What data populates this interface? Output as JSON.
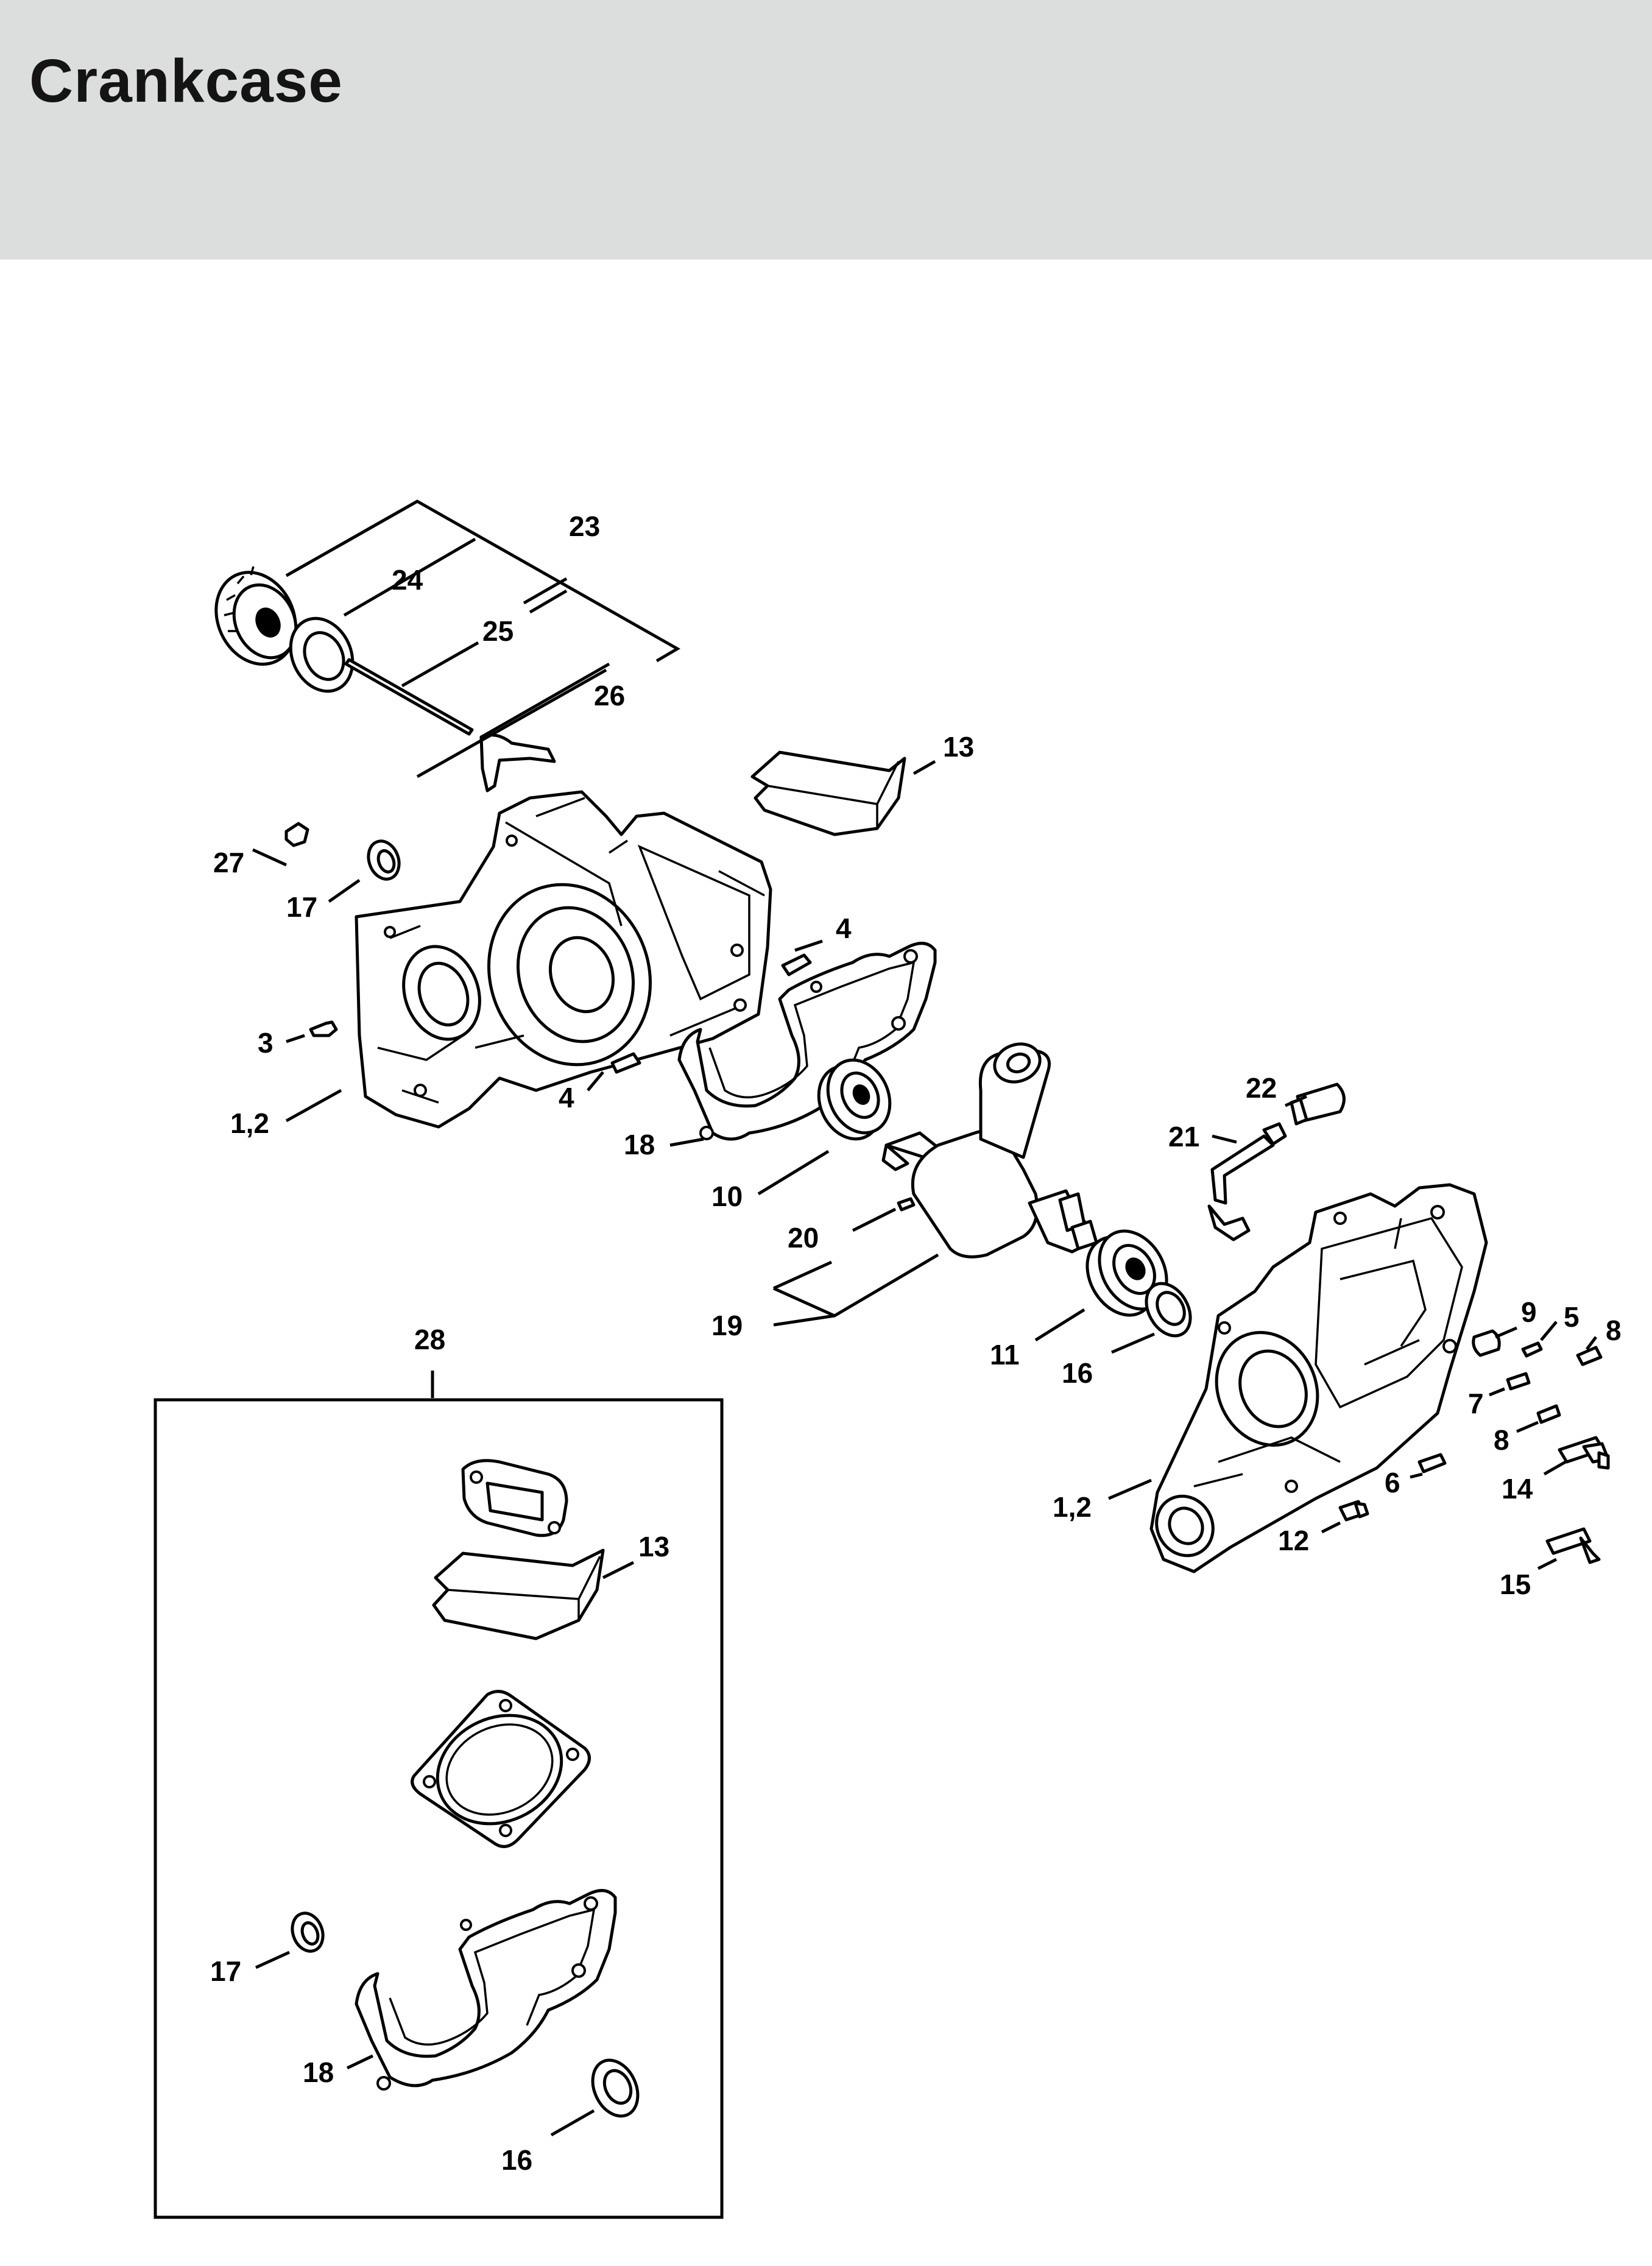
{
  "page": {
    "title": "Crankcase"
  },
  "callouts": [
    {
      "id": "c23",
      "label": "23"
    },
    {
      "id": "c24",
      "label": "24"
    },
    {
      "id": "c25",
      "label": "25"
    },
    {
      "id": "c26",
      "label": "26"
    },
    {
      "id": "c13a",
      "label": "13"
    },
    {
      "id": "c27",
      "label": "27"
    },
    {
      "id": "c17a",
      "label": "17"
    },
    {
      "id": "c4a",
      "label": "4"
    },
    {
      "id": "c3",
      "label": "3"
    },
    {
      "id": "c4b",
      "label": "4"
    },
    {
      "id": "c12a",
      "label": "1,2"
    },
    {
      "id": "c18a",
      "label": "18"
    },
    {
      "id": "c10",
      "label": "10"
    },
    {
      "id": "c22",
      "label": "22"
    },
    {
      "id": "c21",
      "label": "21"
    },
    {
      "id": "c20",
      "label": "20"
    },
    {
      "id": "c19",
      "label": "19"
    },
    {
      "id": "c11",
      "label": "11"
    },
    {
      "id": "c16a",
      "label": "16"
    },
    {
      "id": "c9",
      "label": "9"
    },
    {
      "id": "c5",
      "label": "5"
    },
    {
      "id": "c8a",
      "label": "8"
    },
    {
      "id": "c7",
      "label": "7"
    },
    {
      "id": "c8b",
      "label": "8"
    },
    {
      "id": "c6",
      "label": "6"
    },
    {
      "id": "c14",
      "label": "14"
    },
    {
      "id": "c12b",
      "label": "1,2"
    },
    {
      "id": "c12",
      "label": "12"
    },
    {
      "id": "c15",
      "label": "15"
    },
    {
      "id": "c28",
      "label": "28"
    },
    {
      "id": "c13b",
      "label": "13"
    },
    {
      "id": "c17b",
      "label": "17"
    },
    {
      "id": "c18b",
      "label": "18"
    },
    {
      "id": "c16b",
      "label": "16"
    }
  ]
}
